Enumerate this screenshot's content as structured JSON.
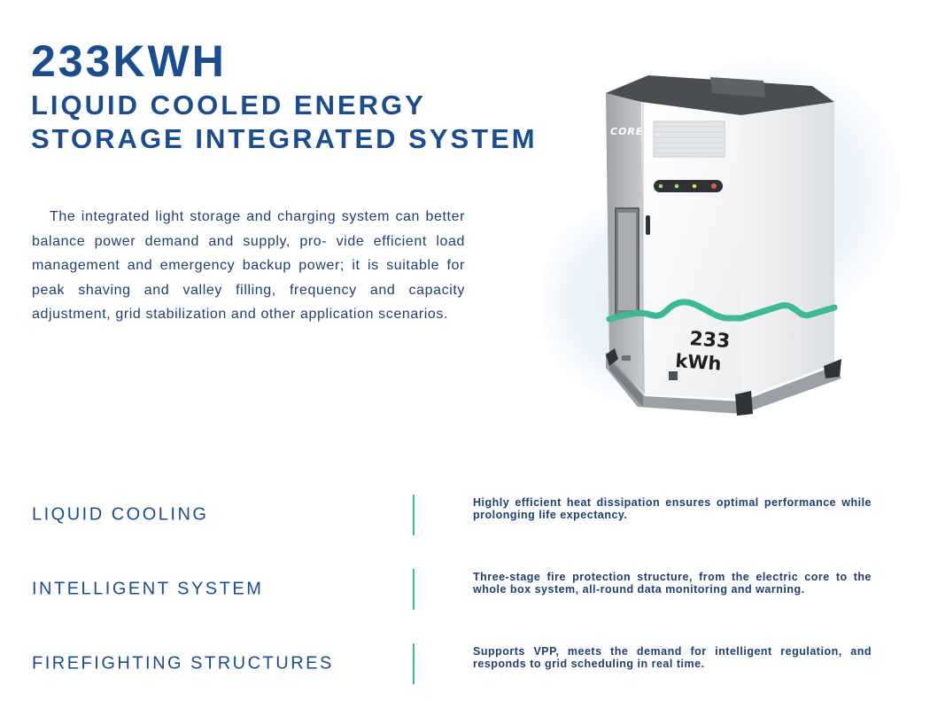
{
  "header": {
    "capacity_title": "233KWH",
    "subtitle_line1": "LIQUID COOLED ENERGY",
    "subtitle_line2": "STORAGE INTEGRATED SYSTEM"
  },
  "description": "The integrated light storage and charging system can better balance power demand and supply, pro- vide efficient load management and emergency backup power; it is suitable for peak shaving and valley filling, frequency and capacity adjustment, grid stabilization and other application scenarios.",
  "product_image": {
    "brand_logo": "COREY",
    "capacity_value": "233",
    "capacity_unit": "kWh",
    "accent_color": "#3fb897"
  },
  "features": [
    {
      "name": "LIQUID COOLING",
      "description": "Highly efficient heat dissipation ensures optimal performance while prolonging life expectancy."
    },
    {
      "name": "INTELLIGENT SYSTEM",
      "description": "Three-stage fire protection structure, from the electric core to the whole box system, all-round data monitoring and warning."
    },
    {
      "name": "FIREFIGHTING STRUCTURES",
      "description": "Supports VPP, meets the demand for intelligent regulation, and responds to grid scheduling in real time."
    }
  ],
  "colors": {
    "title": "#1b4d8c",
    "body_text": "#1f3f70",
    "separator": "#3fb897"
  }
}
